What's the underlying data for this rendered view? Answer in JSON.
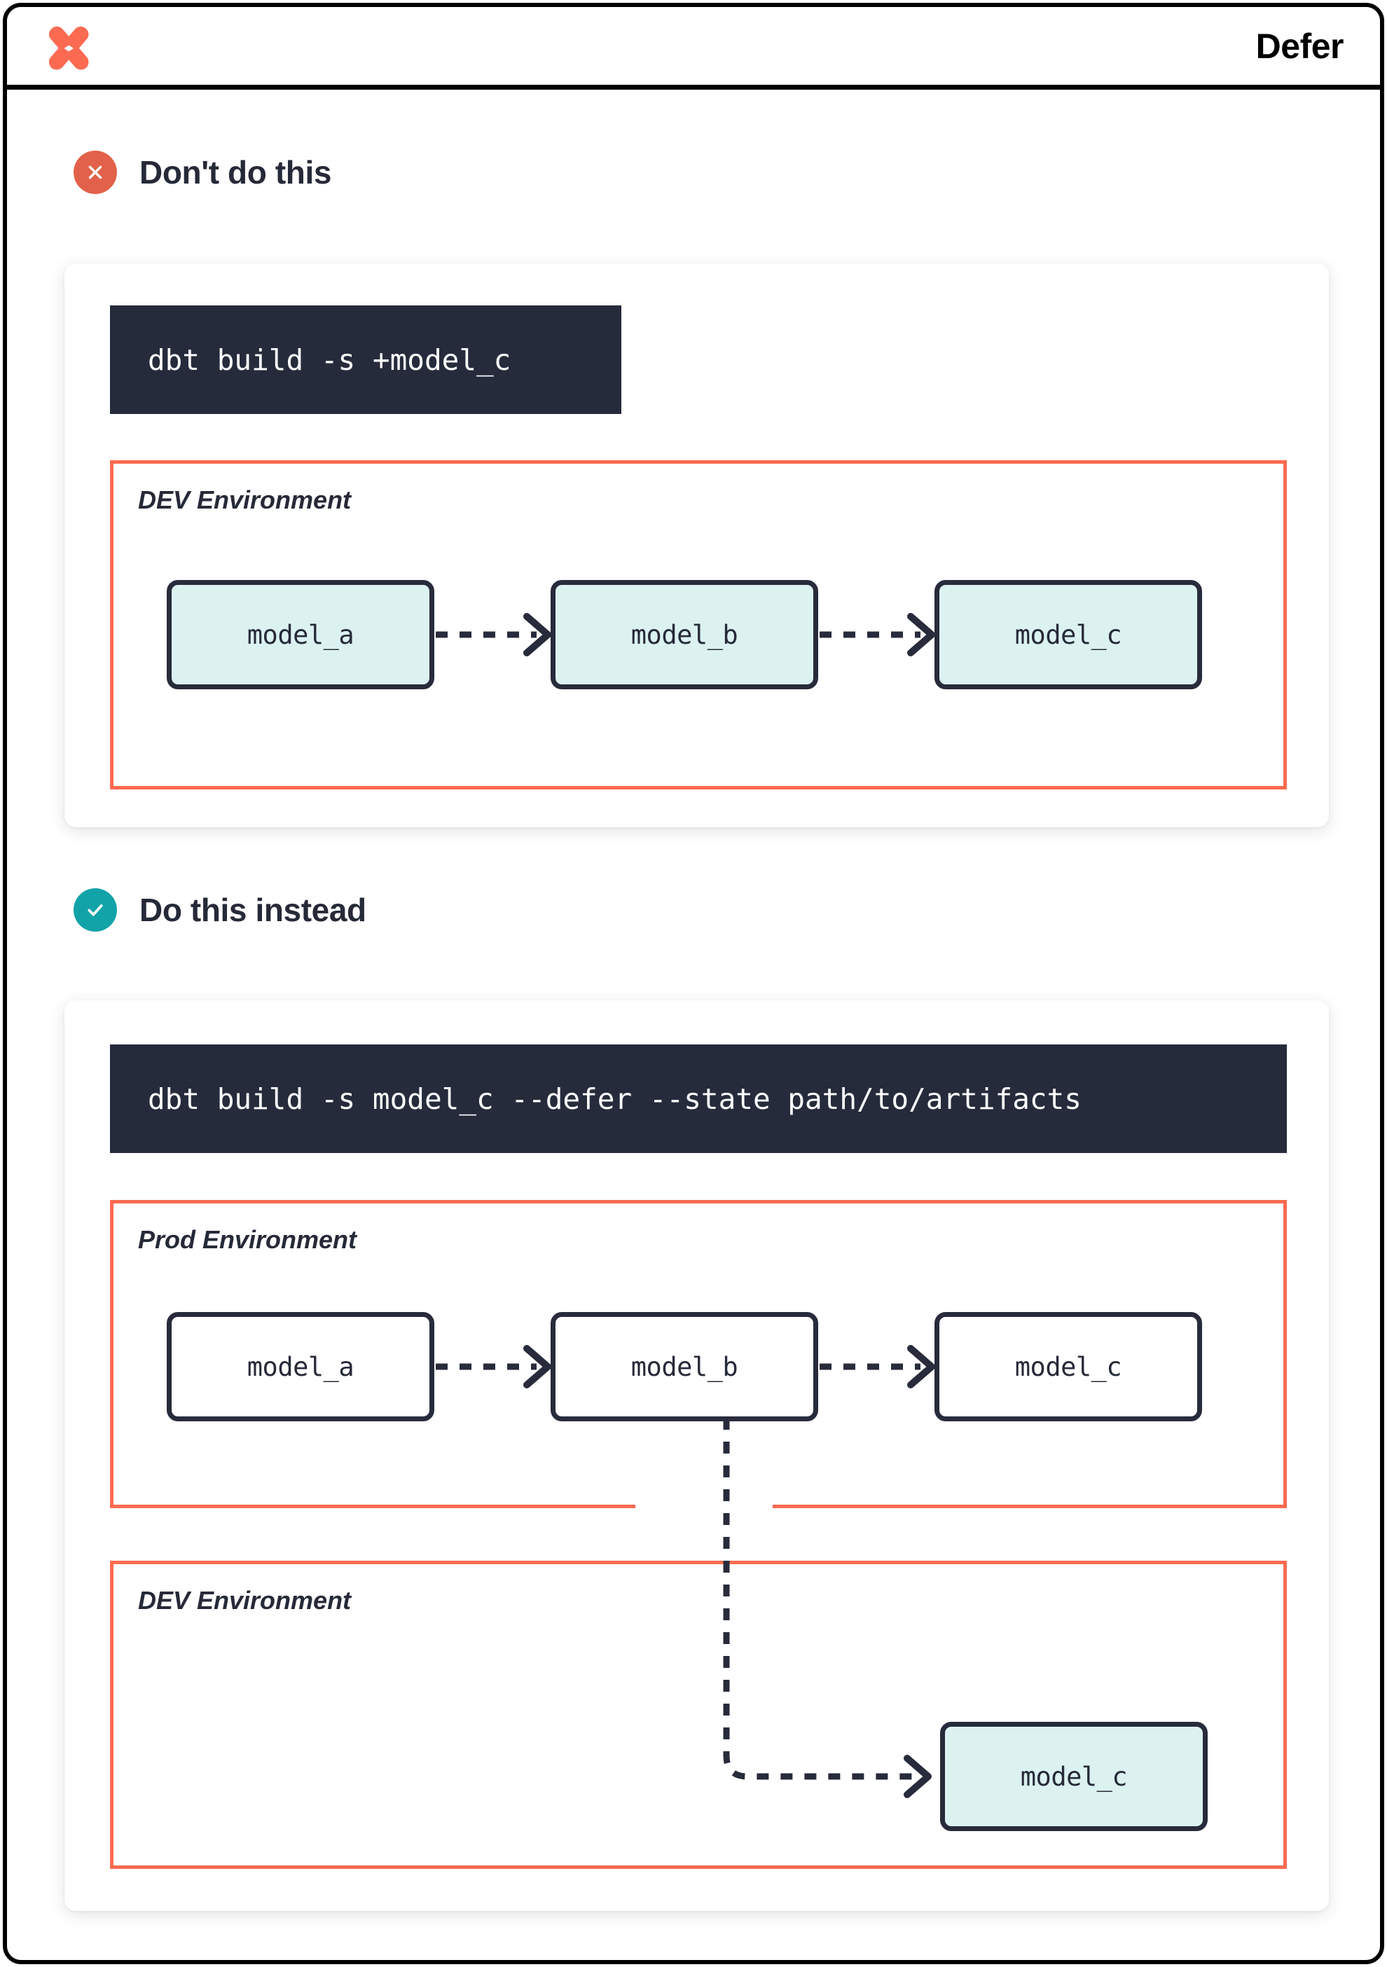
{
  "header": {
    "title": "Defer",
    "logo_icon": "dbt-logo-icon"
  },
  "sections": [
    {
      "id": "dont",
      "badge_icon": "x-circle-icon",
      "badge_color": "#E2614A",
      "title": "Don't do this",
      "command": "dbt build -s +model_c",
      "environments": [
        {
          "label": "DEV Environment",
          "nodes": [
            {
              "label": "model_a",
              "style": "filled"
            },
            {
              "label": "model_b",
              "style": "filled"
            },
            {
              "label": "model_c",
              "style": "filled"
            }
          ]
        }
      ]
    },
    {
      "id": "do",
      "badge_icon": "check-circle-icon",
      "badge_color": "#12A3A8",
      "title": "Do this instead",
      "command": "dbt build -s model_c --defer --state path/to/artifacts",
      "environments": [
        {
          "label": "Prod Environment",
          "nodes": [
            {
              "label": "model_a",
              "style": "plain"
            },
            {
              "label": "model_b",
              "style": "plain"
            },
            {
              "label": "model_c",
              "style": "plain"
            }
          ]
        },
        {
          "label": "DEV Environment",
          "nodes": [
            {
              "label": "model_c",
              "style": "filled"
            }
          ]
        }
      ]
    }
  ],
  "colors": {
    "accent_orange": "#FC6B51",
    "dark_navy": "#262B3C",
    "node_fill": "#DCF2F1",
    "teal": "#12A3A8",
    "red": "#E2614A"
  }
}
